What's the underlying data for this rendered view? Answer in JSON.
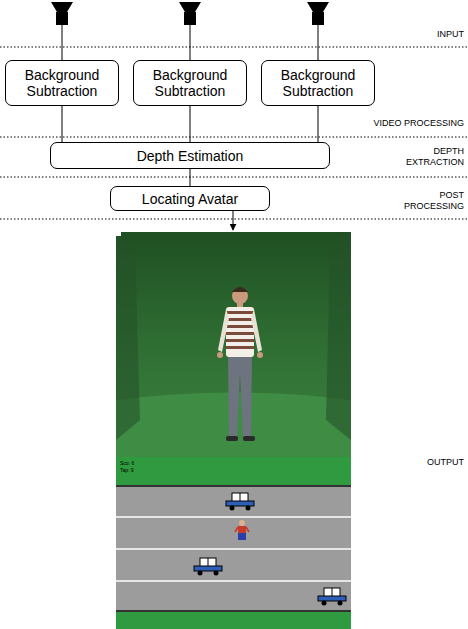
{
  "diagram": {
    "nodes": [
      {
        "text": [
          "Background Subtraction"
        ]
      },
      {
        "text": [
          "Background Subtraction"
        ]
      },
      {
        "text": [
          "Background Subtraction"
        ]
      },
      {
        "text": [
          "Depth Estimation"
        ]
      },
      {
        "text": [
          "Locating Avatar"
        ]
      }
    ],
    "edges": [
      {
        "from": 0,
        "to": 3,
        "arrow": "none"
      },
      {
        "from": 1,
        "to": 3,
        "arrow": "none"
      },
      {
        "from": 2,
        "to": 3,
        "arrow": "none"
      },
      {
        "from": 3,
        "to": 4,
        "arrow": "none"
      }
    ],
    "labels": [
      "INPUT",
      "VIDEO PROCESSING",
      "DEPTH EXTRACTION",
      "POST PROCESSING",
      "OUTPUT",
      "Sco: 6",
      "Tap: 9"
    ]
  }
}
